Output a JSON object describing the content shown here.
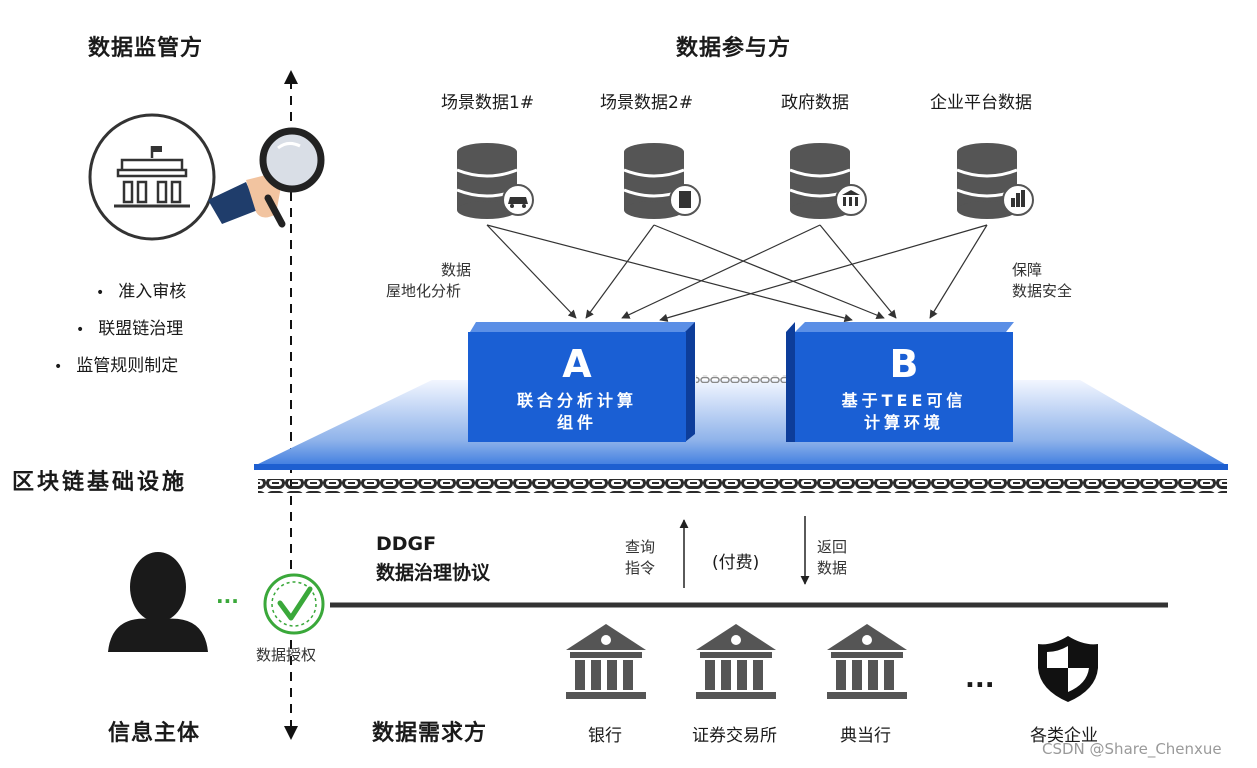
{
  "regulator": {
    "title": "数据监管方",
    "bullets": [
      "准入审核",
      "联盟链治理",
      "监管规则制定"
    ]
  },
  "participants": {
    "title": "数据参与方",
    "sources": [
      {
        "label": "场景数据1#",
        "icon": "car-icon"
      },
      {
        "label": "场景数据2#",
        "icon": "building-icon"
      },
      {
        "label": "政府数据",
        "icon": "bank-icon"
      },
      {
        "label": "企业平台数据",
        "icon": "chart-icon"
      }
    ],
    "left_note": [
      "数据",
      "屋地化分析"
    ],
    "right_note": [
      "保障",
      "数据安全"
    ]
  },
  "components": {
    "a": {
      "letter": "A",
      "lines": [
        "联合分析计算",
        "组件"
      ]
    },
    "b": {
      "letter": "B",
      "lines": [
        "基于TEE可信",
        "计算环境"
      ]
    }
  },
  "blockchain": {
    "label": "区块链基础设施"
  },
  "protocol": {
    "name": "DDGF",
    "desc": "数据治理协议",
    "query": [
      "查询",
      "指令"
    ],
    "fee": "(付费)",
    "return": [
      "返回",
      "数据"
    ]
  },
  "subject": {
    "title": "信息主体",
    "auth": "数据授权"
  },
  "demand": {
    "title": "数据需求方",
    "orgs": [
      {
        "label": "银行",
        "icon": "bank-icon"
      },
      {
        "label": "证券交易所",
        "icon": "bank-icon"
      },
      {
        "label": "典当行",
        "icon": "bank-icon"
      },
      {
        "label": "各类企业",
        "icon": "shield-icon"
      }
    ],
    "ellipsis": "..."
  },
  "watermark": "CSDN @Share_Chenxue",
  "colors": {
    "box_blue": "#1a5fd4",
    "box_dark": "#0d3d9a",
    "check_green": "#3aa83a",
    "icon_gray": "#555555"
  }
}
